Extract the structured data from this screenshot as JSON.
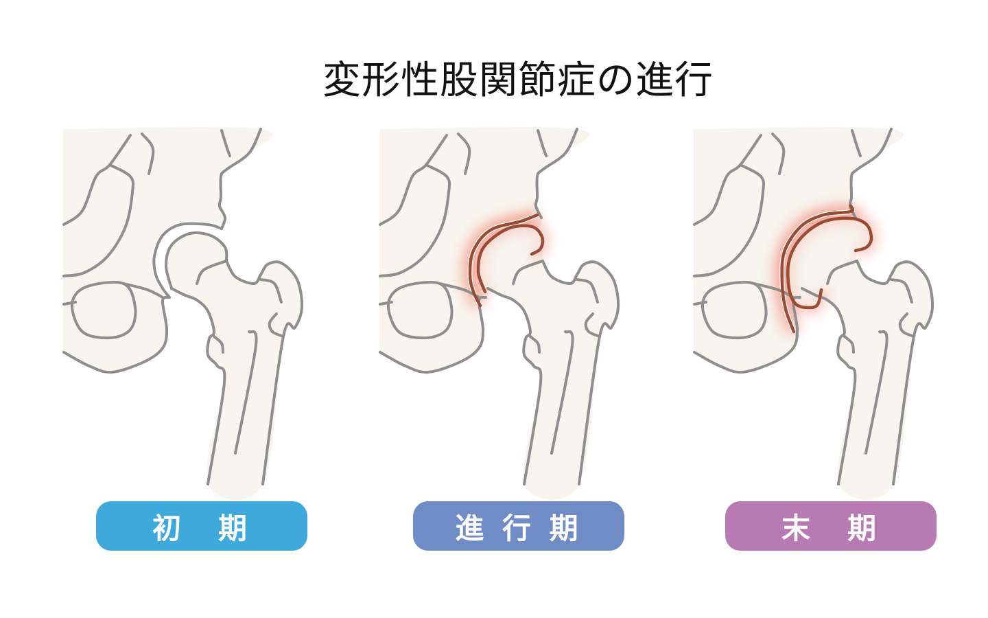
{
  "title": "変形性股関節症の進行",
  "stages": [
    {
      "label": "初　期",
      "color": "#3fa9dc",
      "variant": "early"
    },
    {
      "label": "進 行 期",
      "color": "#6f8cc7",
      "variant": "progressive"
    },
    {
      "label": "末　期",
      "color": "#b87ab2",
      "variant": "terminal"
    }
  ],
  "colors": {
    "bone": "#f8f4ee",
    "outline": "#8e8e8e",
    "affected_outline": "#9b4a33",
    "inflammation": "#f07a68"
  }
}
